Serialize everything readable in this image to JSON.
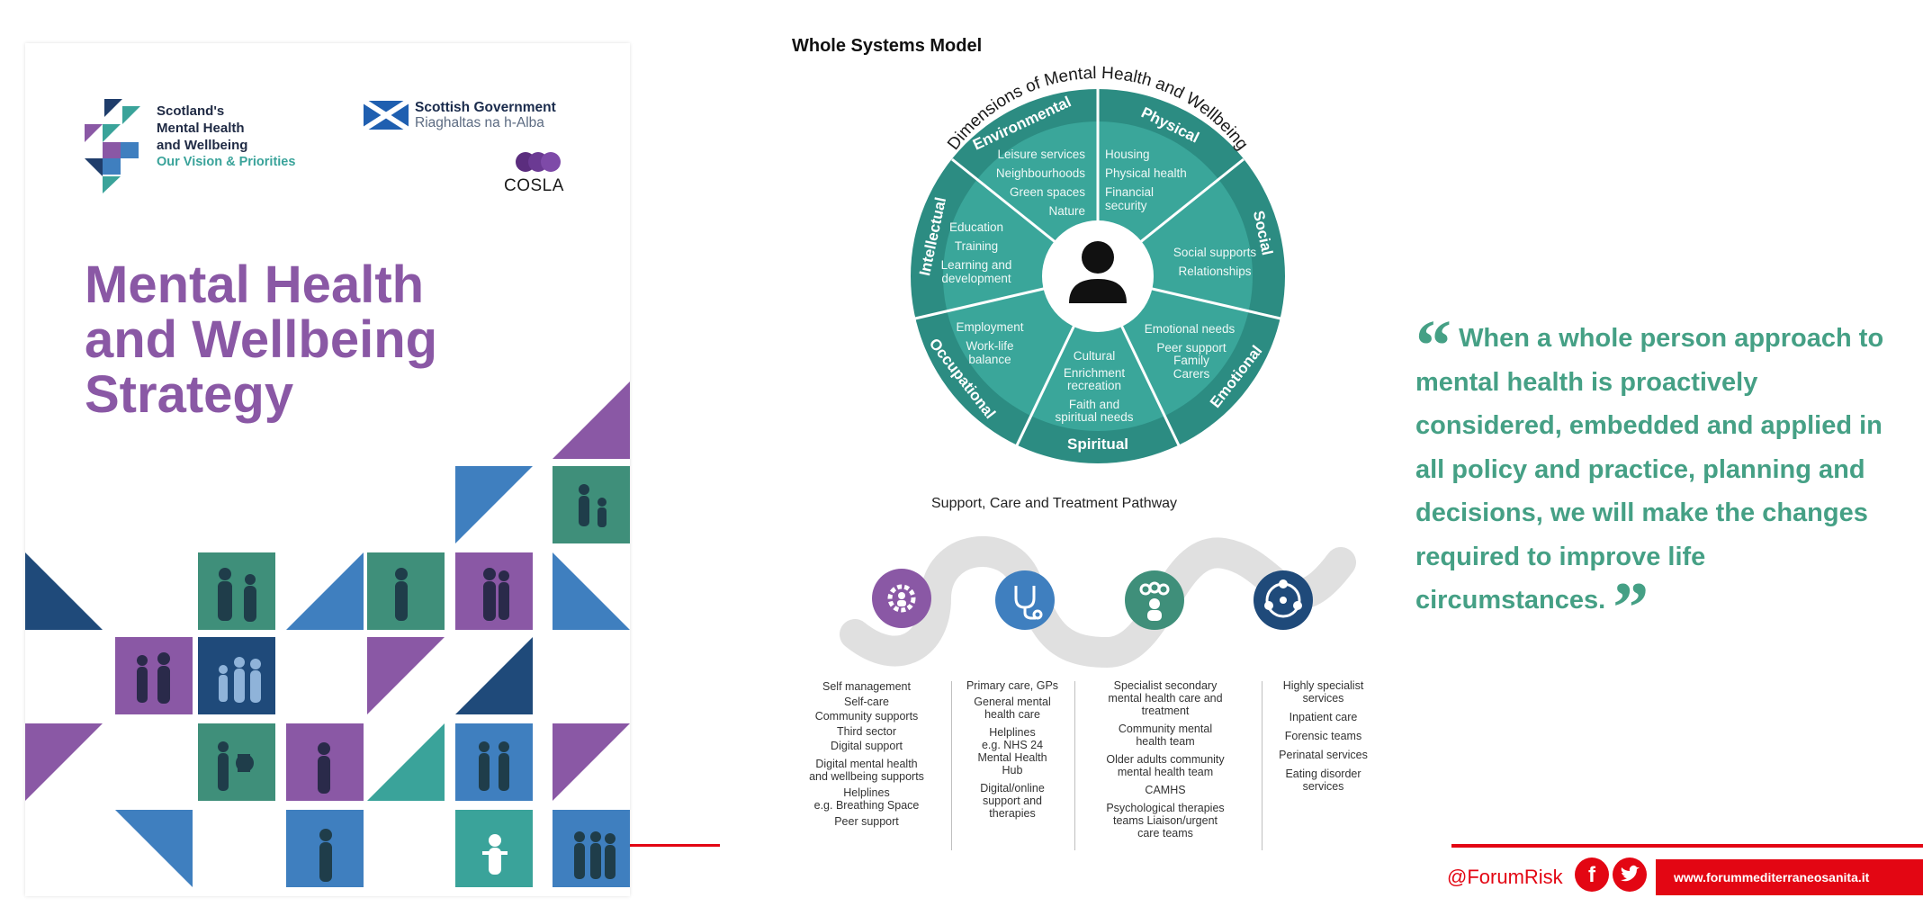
{
  "cover": {
    "logo_line1": "Scotland's",
    "logo_line2": "Mental Health",
    "logo_line3": "and Wellbeing",
    "logo_sub": "Our Vision & Priorities",
    "gov_line1": "Scottish Government",
    "gov_line2": "Riaghaltas na h-Alba",
    "cosla": "COSLA",
    "title_line1": "Mental Health",
    "title_line2": "and Wellbeing",
    "title_line3": "Strategy"
  },
  "diagram": {
    "title": "Whole Systems Model",
    "ring_title": "Dimensions of Mental Health and Wellbeing",
    "sectors": [
      {
        "label": "Environmental",
        "items": [
          "Leisure services",
          "Neighbourhoods",
          "Green spaces",
          "Nature"
        ]
      },
      {
        "label": "Physical",
        "items": [
          "Housing",
          "Physical health",
          "Financial",
          "security"
        ]
      },
      {
        "label": "Social",
        "items": [
          "Social supports",
          "Relationships"
        ]
      },
      {
        "label": "Emotional",
        "items": [
          "Emotional needs",
          "Peer support",
          "Family",
          "Carers"
        ]
      },
      {
        "label": "Spiritual",
        "items": [
          "Cultural",
          "Enrichment",
          "recreation",
          "Faith and",
          "spiritual needs"
        ]
      },
      {
        "label": "Occupational",
        "items": [
          "Employment",
          "Work-life",
          "balance"
        ]
      },
      {
        "label": "Intellectual",
        "items": [
          "Education",
          "Training",
          "Learning and",
          "development"
        ]
      }
    ],
    "center_icon": "person-icon",
    "pathway_title": "Support, Care and Treatment Pathway",
    "pathway_icons": [
      "self-care-icon",
      "stethoscope-icon",
      "team-gears-icon",
      "group-circle-icon"
    ],
    "columns": [
      [
        "Self management",
        "Self-care",
        "Community supports",
        "Third sector",
        "Digital support",
        "Digital mental health",
        "and wellbeing supports",
        "Helplines",
        "e.g. Breathing Space",
        "Peer support"
      ],
      [
        "Primary care, GPs",
        "General mental",
        "health care",
        "Helplines",
        "e.g. NHS 24",
        "Mental Health",
        "Hub",
        "Digital/online",
        "support and",
        "therapies"
      ],
      [
        "Specialist secondary",
        "mental health care and",
        "treatment",
        "Community mental",
        "health team",
        "Older adults community",
        "mental health team",
        "CAMHS",
        "Psychological therapies",
        "teams Liaison/urgent",
        "care teams"
      ],
      [
        "Highly specialist",
        "services",
        "Inpatient care",
        "Forensic teams",
        "Perinatal services",
        "Eating disorder",
        "services"
      ]
    ],
    "colors": {
      "teal": "#3aa69a",
      "teal_dark": "#2c8c82",
      "purple": "#8a58a5",
      "blue": "#3f7fbf",
      "green": "#3f8f7a",
      "navy": "#1f4a7a"
    }
  },
  "quote": {
    "open_mark": "“",
    "text": "When a whole person approach to mental health is proactively considered, embedded and applied in all policy and practice, planning and decisions, we will make the changes required to improve life circumstances.",
    "close_mark": "”"
  },
  "footer": {
    "handle": "@ForumRisk",
    "facebook_icon": "facebook-icon",
    "twitter_icon": "twitter-icon",
    "url": "www.forummediterraneosanita.it"
  }
}
